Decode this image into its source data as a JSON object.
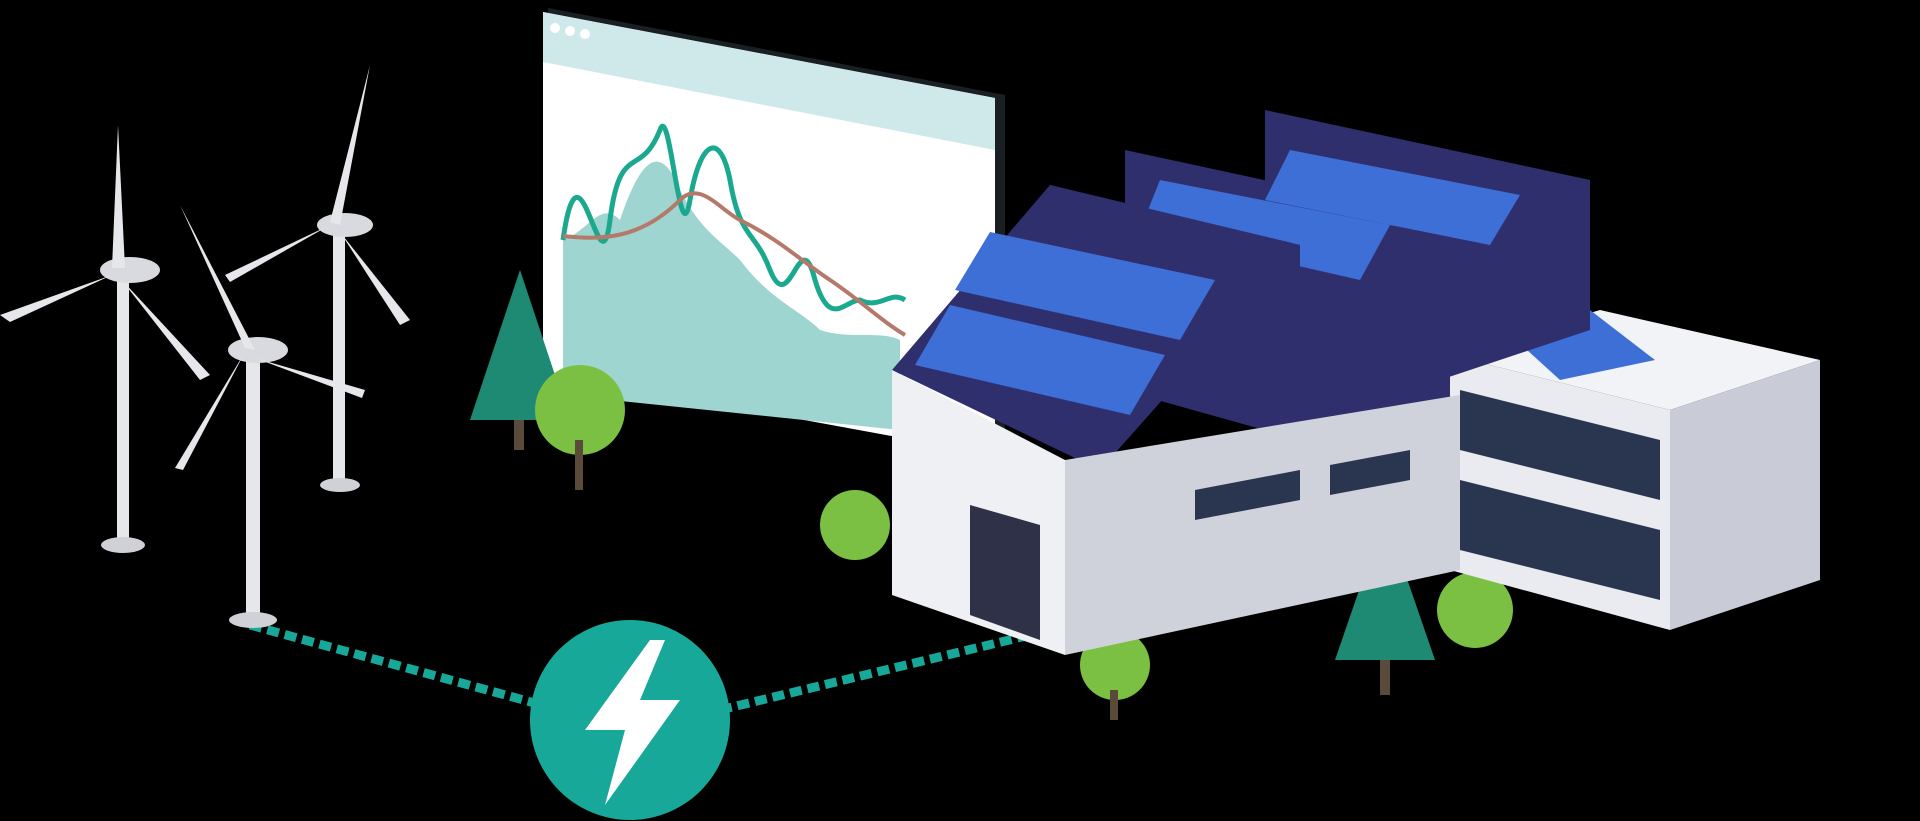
{
  "scene": {
    "background": "#000000",
    "elements": [
      "wind-turbine",
      "wind-turbine",
      "wind-turbine",
      "chart-screen",
      "factory-with-solar-roof",
      "office-building",
      "trees",
      "lightning-bolt-icon",
      "power-line"
    ]
  },
  "colors": {
    "teal": "#17a89a",
    "chart_line": "#1aa88f",
    "chart_trend": "#b5796a",
    "chart_fill": "#9ed5d0",
    "screen_header": "#cfe9ea",
    "roof": "#2f2f6e",
    "solar_panel": "#3d6fd6",
    "wall": "#e9ebf0",
    "tree_dark": "#1f8a73",
    "tree_light": "#7bc043",
    "turbine_tip": "#e0475b"
  },
  "icons": [
    "lightning-bolt-icon"
  ]
}
